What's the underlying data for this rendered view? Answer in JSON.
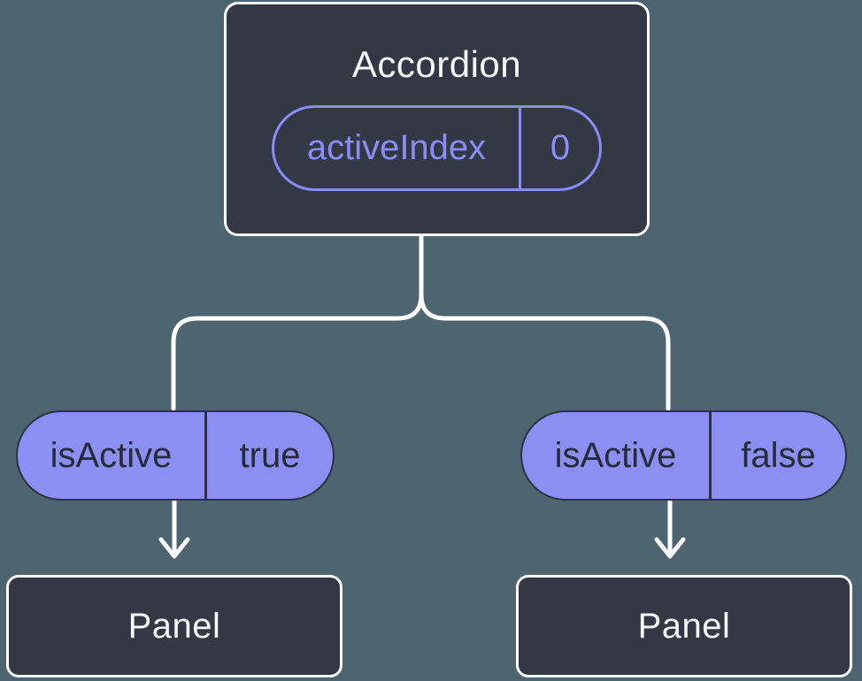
{
  "colors": {
    "background": "#4d6570",
    "node_fill": "#323945",
    "node_border": "#ffffff",
    "node_text": "#f7f8fa",
    "accent_purple": "#8a8cf8",
    "pill_fill": "#8b8ef2",
    "pill_border": "#2d333e",
    "pill_text": "#262c36",
    "connector": "#ffffff"
  },
  "root_node": {
    "title": "Accordion",
    "state_pill": {
      "label": "activeIndex",
      "value": "0"
    }
  },
  "prop_pills": {
    "left": {
      "label": "isActive",
      "value": "true"
    },
    "right": {
      "label": "isActive",
      "value": "false"
    }
  },
  "panels": {
    "left": {
      "title": "Panel"
    },
    "right": {
      "title": "Panel"
    }
  }
}
